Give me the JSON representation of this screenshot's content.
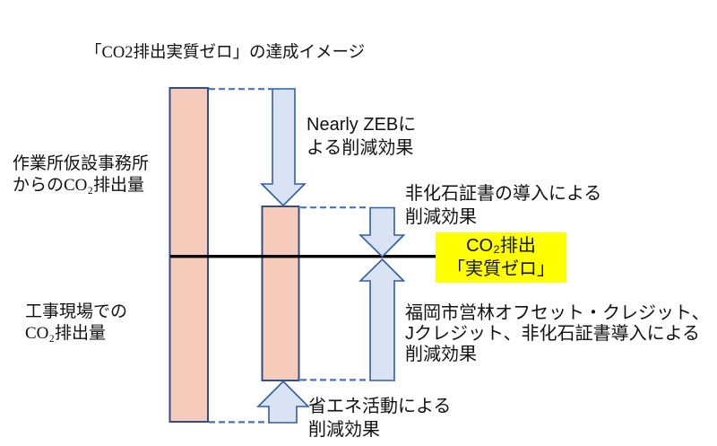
{
  "title": "「CO2排出実質ゼロ」の達成イメージ",
  "colors": {
    "bar_fill": "#F7CBBA",
    "bar_border": "#2F4E8F",
    "arrow_fill": "#DAE3F3",
    "arrow_border": "#2E5EA6",
    "dash_color": "#4472C4",
    "baseline_color": "#000000",
    "highlight_bg": "#FFFF00",
    "text_color": "#111111"
  },
  "diagram": {
    "axis_labels": {
      "office_emissions": "作業所仮設事務所\nからのCO₂排出量",
      "site_emissions": "工事現場での\nCO₂排出量"
    },
    "reduction_labels": {
      "nearly_zeb": "Nearly ZEBに\nよる削減効果",
      "non_fossil_certificate": "非化石証書の導入による\n削減効果",
      "fukuoka_credits": "福岡市営林オフセット・クレジット、\nJクレジット、非化石証書導入による\n削減効果",
      "energy_saving": "省エネ活動による\n削減効果"
    },
    "net_zero_box": "CO₂排出\n「実質ゼロ」"
  }
}
